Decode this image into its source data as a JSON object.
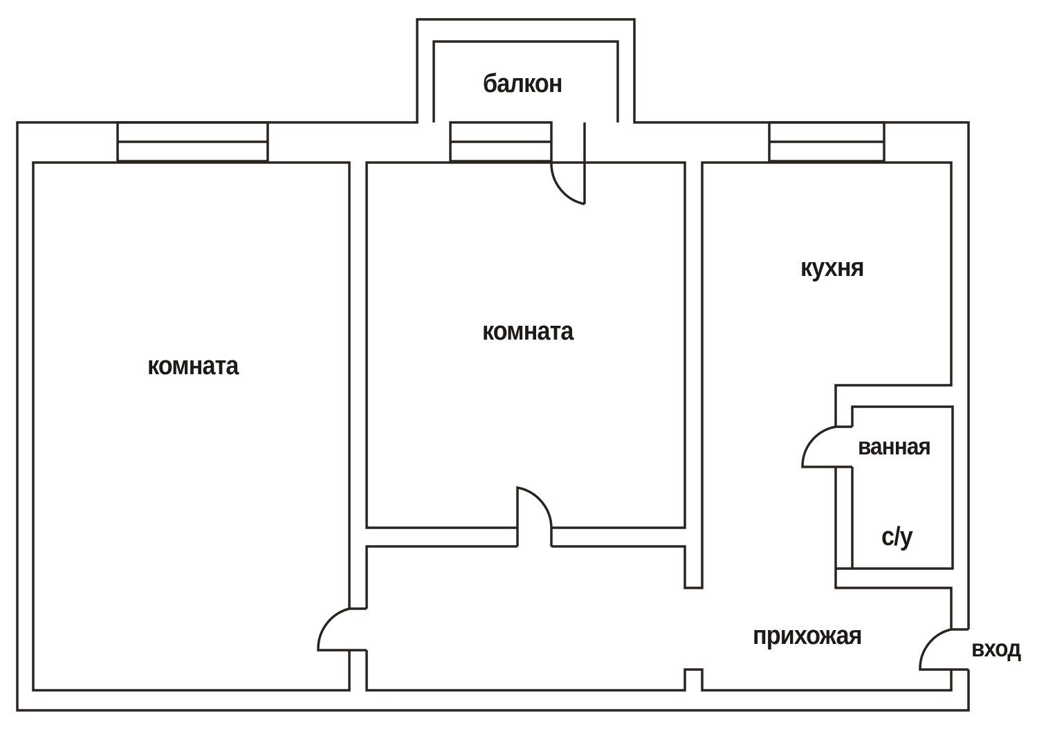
{
  "rooms": {
    "balcony": "балкон",
    "room_left": "комната",
    "room_middle": "комната",
    "kitchen": "кухня",
    "bathroom": "ванная",
    "toilet": "с/у",
    "hallway": "прихожая",
    "entrance": "вход"
  },
  "colors": {
    "wall": "#2a2420",
    "background": "#ffffff"
  }
}
